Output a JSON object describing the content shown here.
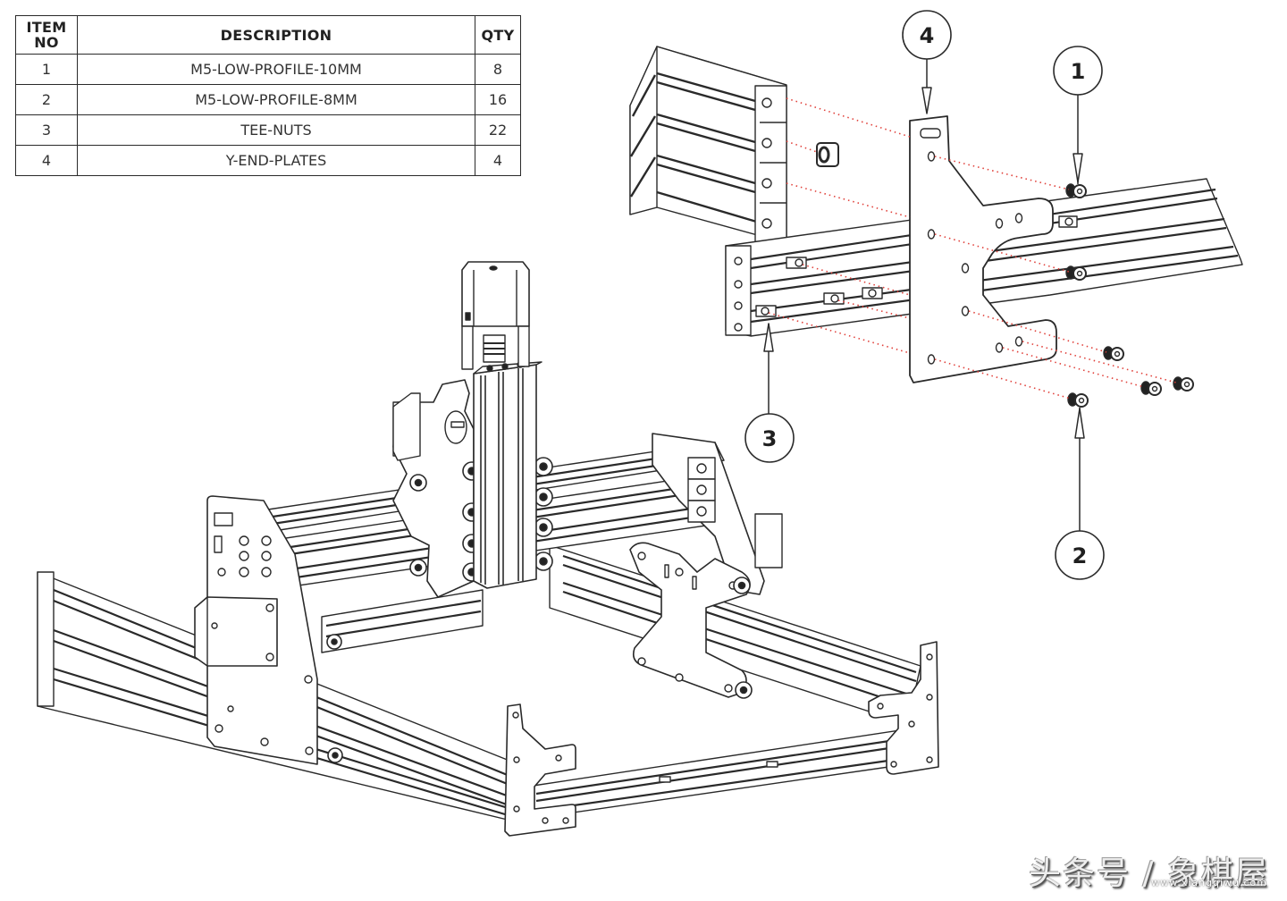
{
  "bom_table": {
    "headers": {
      "item_no": "ITEM\nNO",
      "item_line1": "ITEM",
      "item_line2": "NO",
      "description": "DESCRIPTION",
      "qty": "QTY"
    },
    "rows": [
      {
        "item": "1",
        "description": "M5-LOW-PROFILE-10MM",
        "qty": "8"
      },
      {
        "item": "2",
        "description": "M5-LOW-PROFILE-8MM",
        "qty": "16"
      },
      {
        "item": "3",
        "description": "TEE-NUTS",
        "qty": "22"
      },
      {
        "item": "4",
        "description": "Y-END-PLATES",
        "qty": "4"
      }
    ]
  },
  "callouts": [
    {
      "label": "4",
      "part": "Y-END-PLATES"
    },
    {
      "label": "1",
      "part": "M5-LOW-PROFILE-10MM"
    },
    {
      "label": "3",
      "part": "TEE-NUTS"
    },
    {
      "label": "2",
      "part": "M5-LOW-PROFILE-8MM"
    }
  ],
  "colors": {
    "line": "#2a2a2a",
    "explode_line": "#e0403a",
    "background": "#ffffff"
  },
  "watermark": {
    "text": "头条号 / 象棋屋",
    "site": "www.xiangqiwu.com"
  }
}
